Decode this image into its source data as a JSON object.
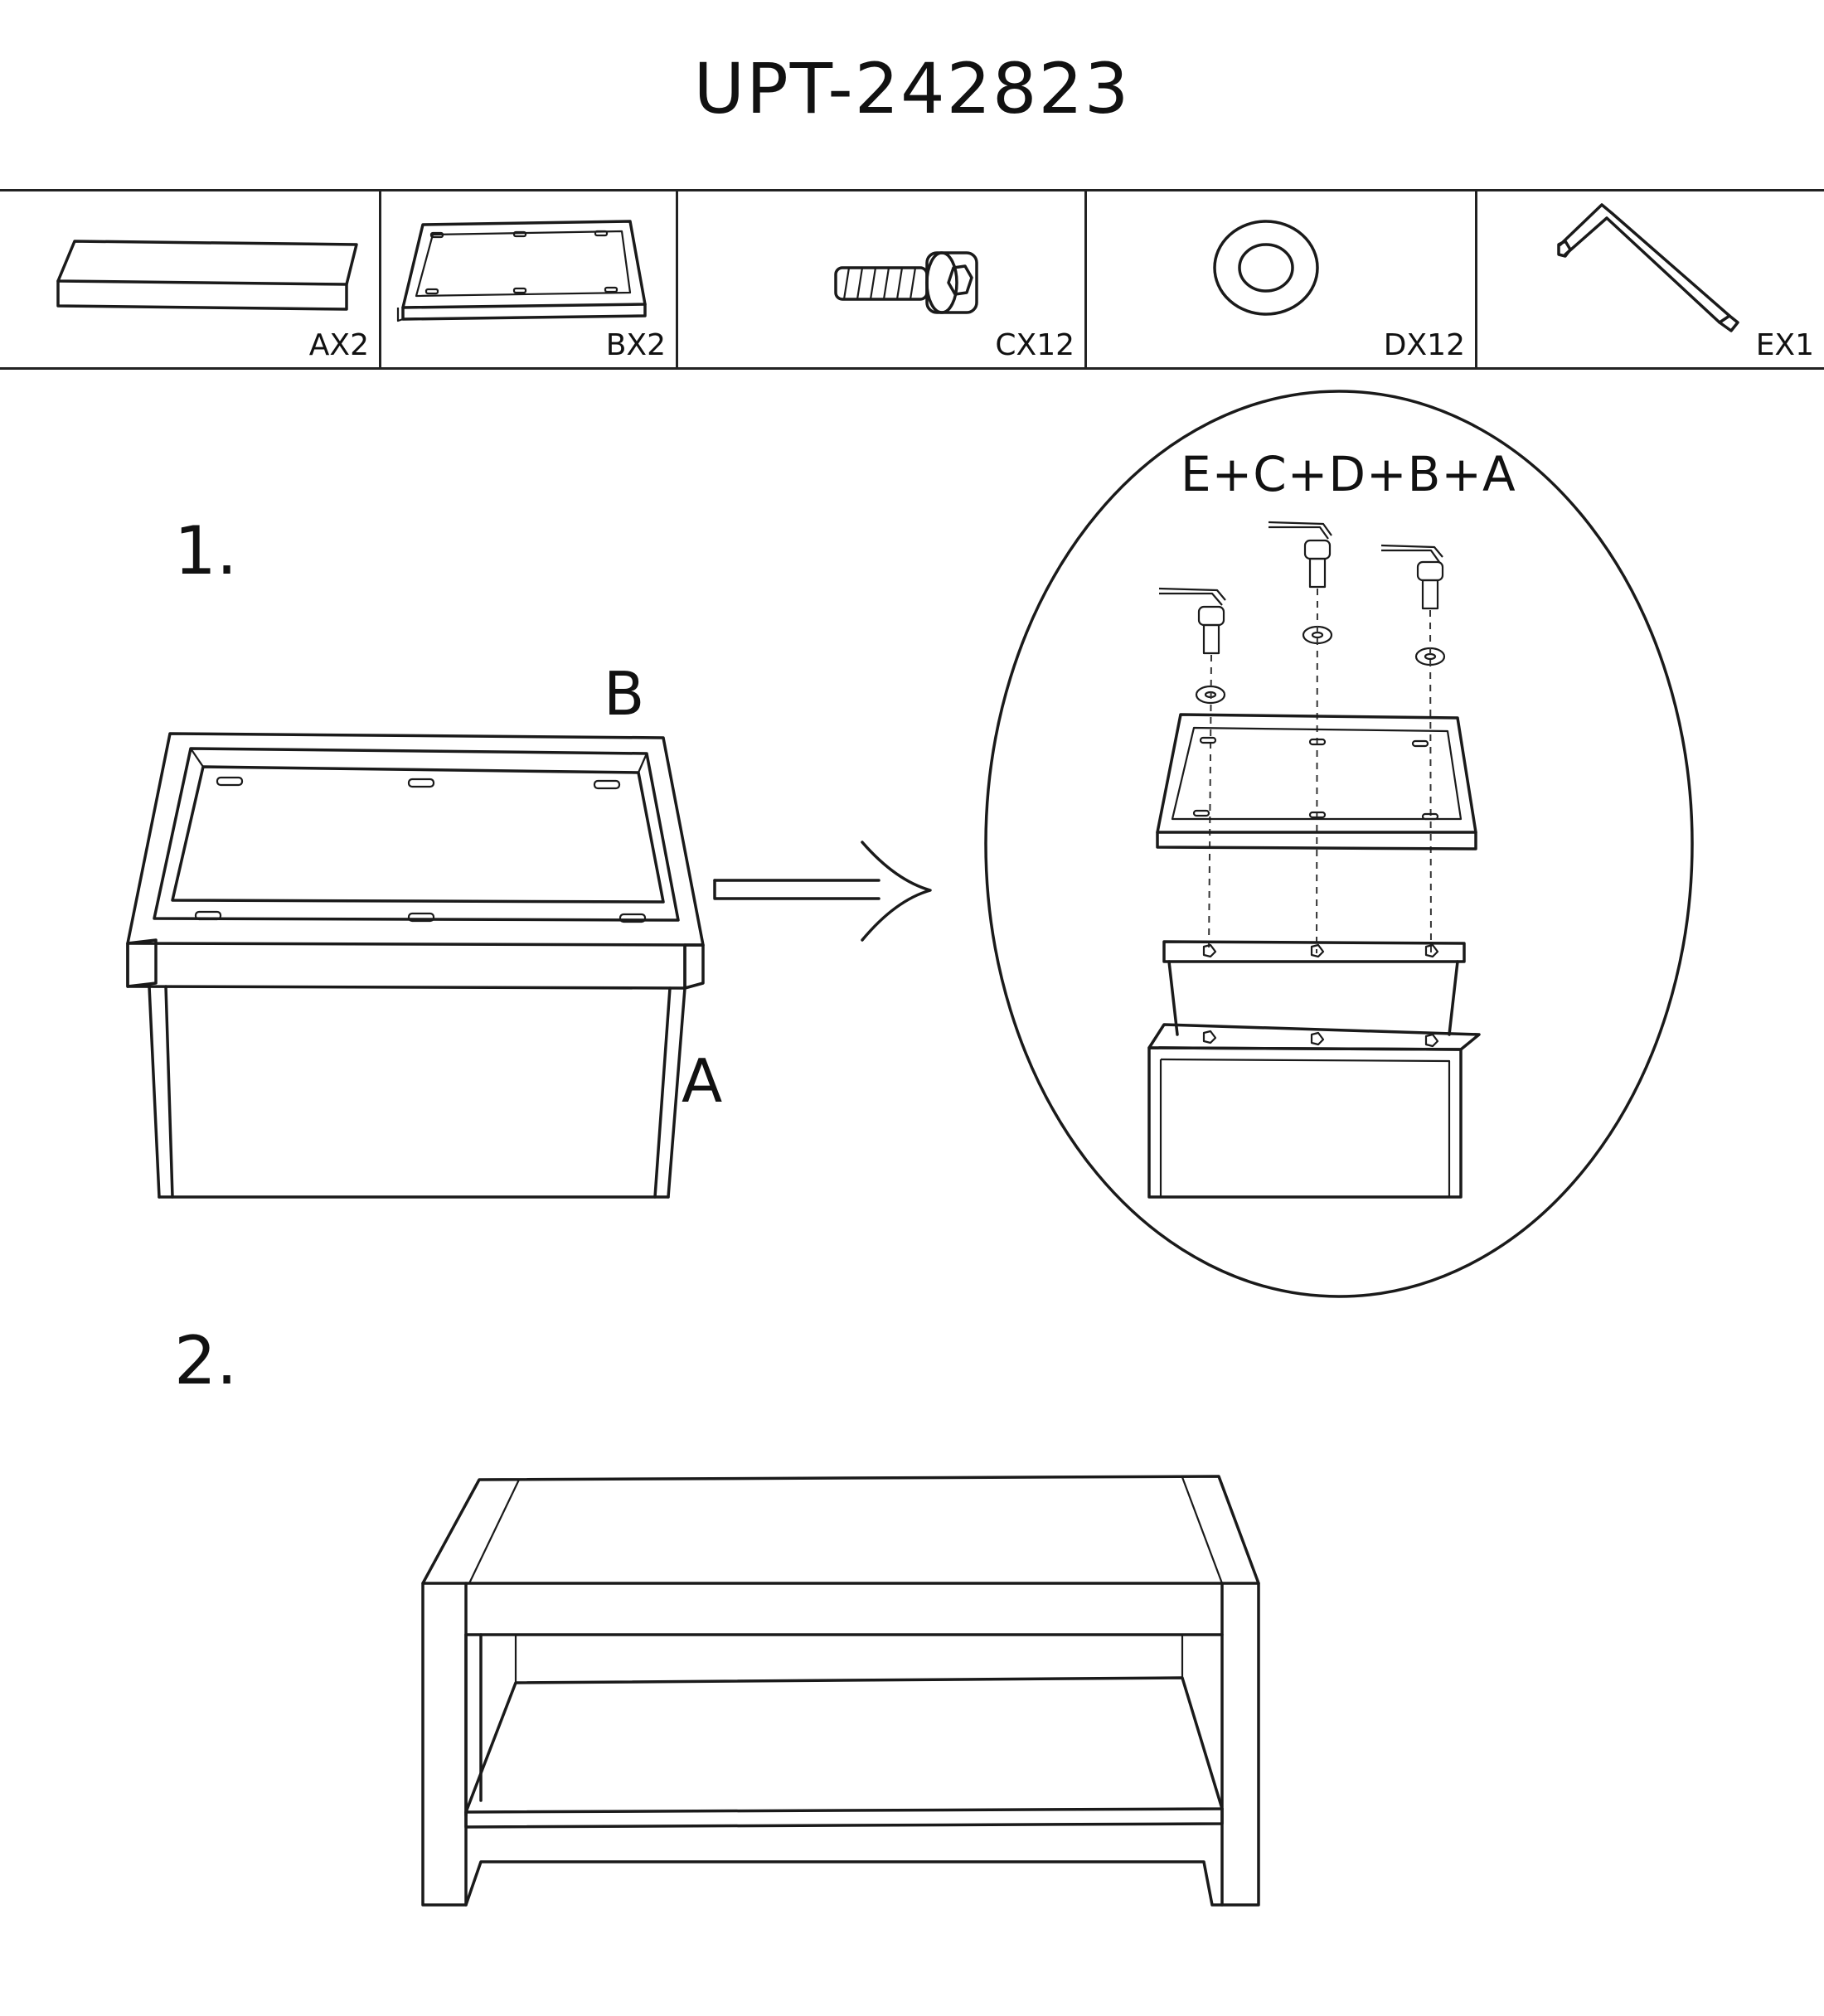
{
  "title": "UPT-242823",
  "parts": [
    {
      "id": "A",
      "label": "AX2",
      "icon": "panel-board-icon"
    },
    {
      "id": "B",
      "label": "BX2",
      "icon": "frame-icon"
    },
    {
      "id": "C",
      "label": "CX12",
      "icon": "bolt-icon"
    },
    {
      "id": "D",
      "label": "DX12",
      "icon": "washer-icon"
    },
    {
      "id": "E",
      "label": "EX1",
      "icon": "allen-key-icon"
    }
  ],
  "steps": [
    {
      "number": "1.",
      "labels": {
        "frame": "B",
        "panel": "A"
      },
      "detail_formula": "E+C+D+B+A"
    },
    {
      "number": "2."
    }
  ],
  "colors": {
    "line": "#1a1a1a",
    "background": "#ffffff"
  }
}
